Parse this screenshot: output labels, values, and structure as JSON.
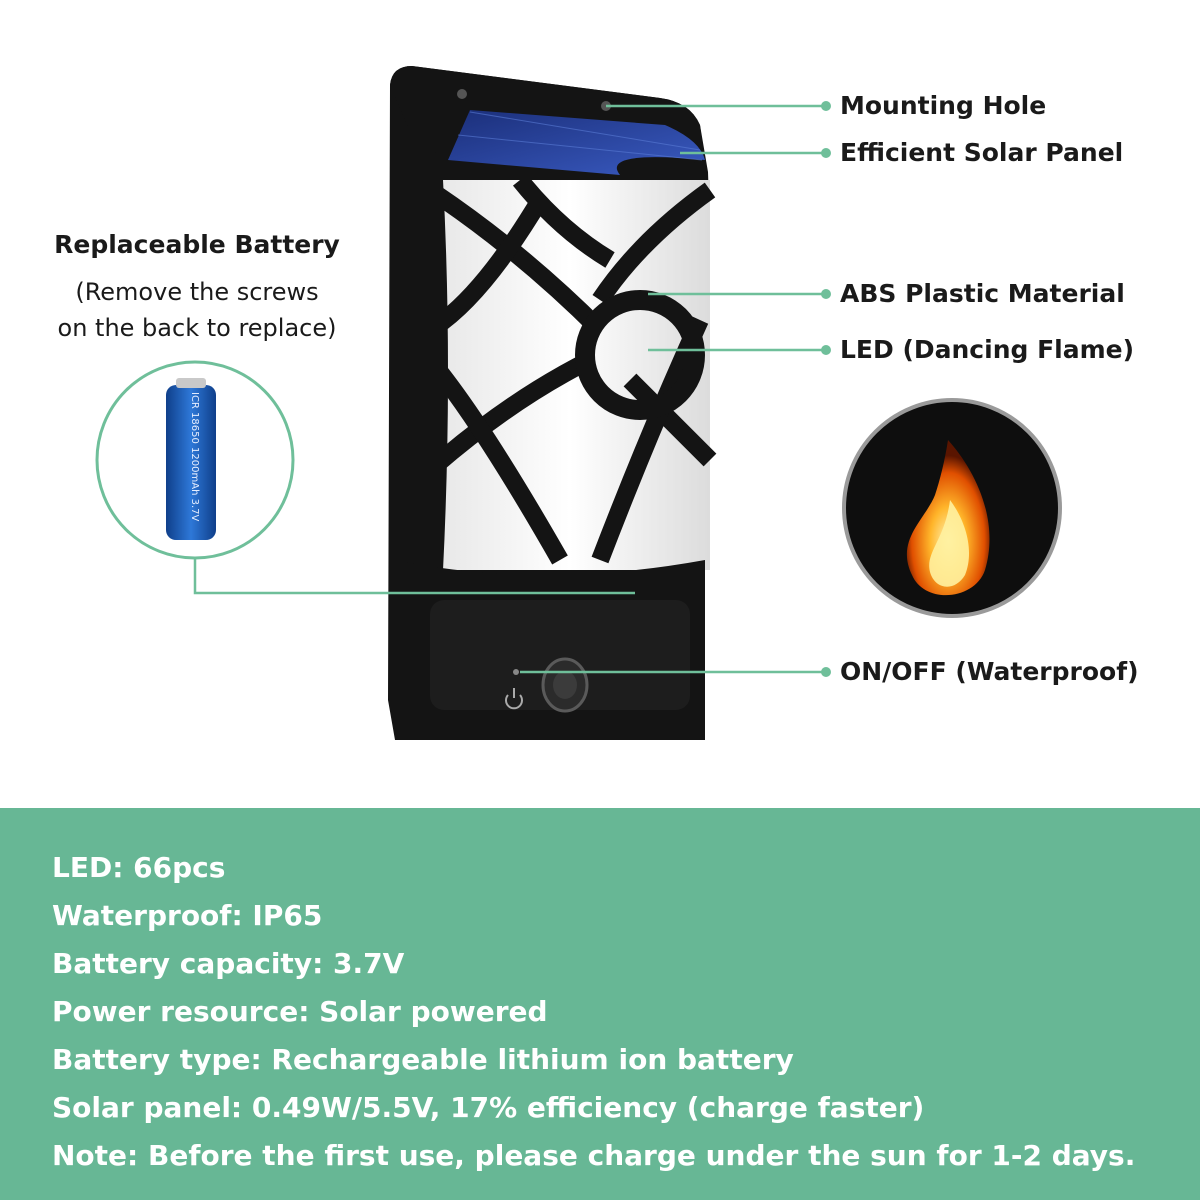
{
  "callouts": {
    "mounting_hole": "Mounting Hole",
    "solar_panel": "Efficient Solar Panel",
    "abs_plastic": "ABS Plastic Material",
    "led": "LED (Dancing Flame)",
    "on_off": "ON/OFF (Waterproof)"
  },
  "battery": {
    "title": "Replaceable Battery",
    "note_line1": "(Remove the screws",
    "note_line2": "on the back to replace)",
    "cell_label": "ICR 18650 1200mAh 3.7V"
  },
  "specs": [
    "LED: 66pcs",
    "Waterproof: IP65",
    "Battery capacity: 3.7V",
    "Power resource: Solar powered",
    "Battery type: Rechargeable lithium ion battery",
    "Solar panel: 0.49W/5.5V, 17% efficiency (charge faster)",
    "Note: Before the first use, please charge under the sun for 1-2 days."
  ],
  "colors": {
    "accent_green": "#67b795",
    "line_green": "#6fbf9a",
    "lamp_body": "#141414",
    "battery_blue": "#1f5fb8"
  },
  "icons": [
    "power-icon",
    "flame-icon",
    "battery-cell-icon",
    "callout-dot-icon"
  ]
}
